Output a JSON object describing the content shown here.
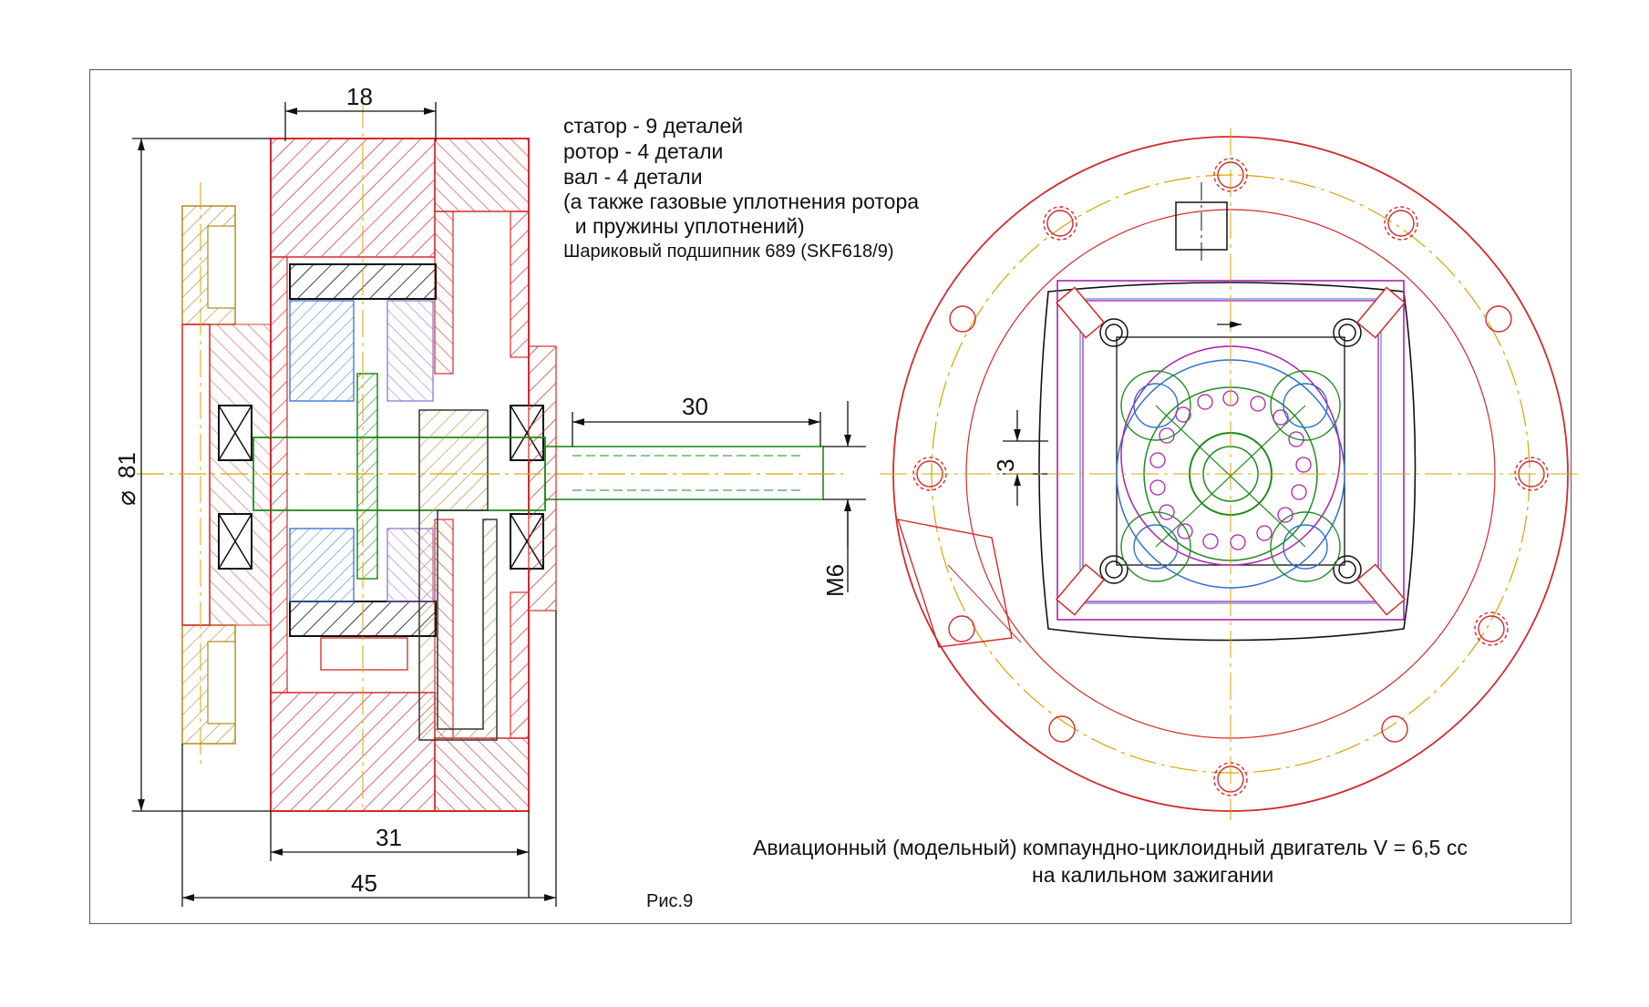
{
  "notes": {
    "parts_stator": "статор - 9 деталей",
    "parts_rotor": "ротор - 4 детали",
    "parts_shaft": "вал - 4 детали",
    "parts_extra_1": "(а также газовые уплотнения ротора",
    "parts_extra_2": "  и пружины уплотнений)",
    "bearing": "Шариковый подшипник 689 (SKF618/9)"
  },
  "title": {
    "line1": "Авиационный (модельный) компаундно-циклоидный двигатель V = 6,5 cc",
    "line2": "на калильном зажигании"
  },
  "figure_label": "Рис.9",
  "dimensions": {
    "width_18": "18",
    "shaft_30": "30",
    "diameter_81": "81",
    "thread_m6": "M6",
    "offset_3": "3",
    "length_31": "31",
    "length_45": "45"
  },
  "colors": {
    "red": "#d42a2a",
    "yellow": "#d9a400",
    "green": "#1f8a1f",
    "blue": "#2f6fd0",
    "magenta": "#b01fb0",
    "black": "#111111"
  }
}
